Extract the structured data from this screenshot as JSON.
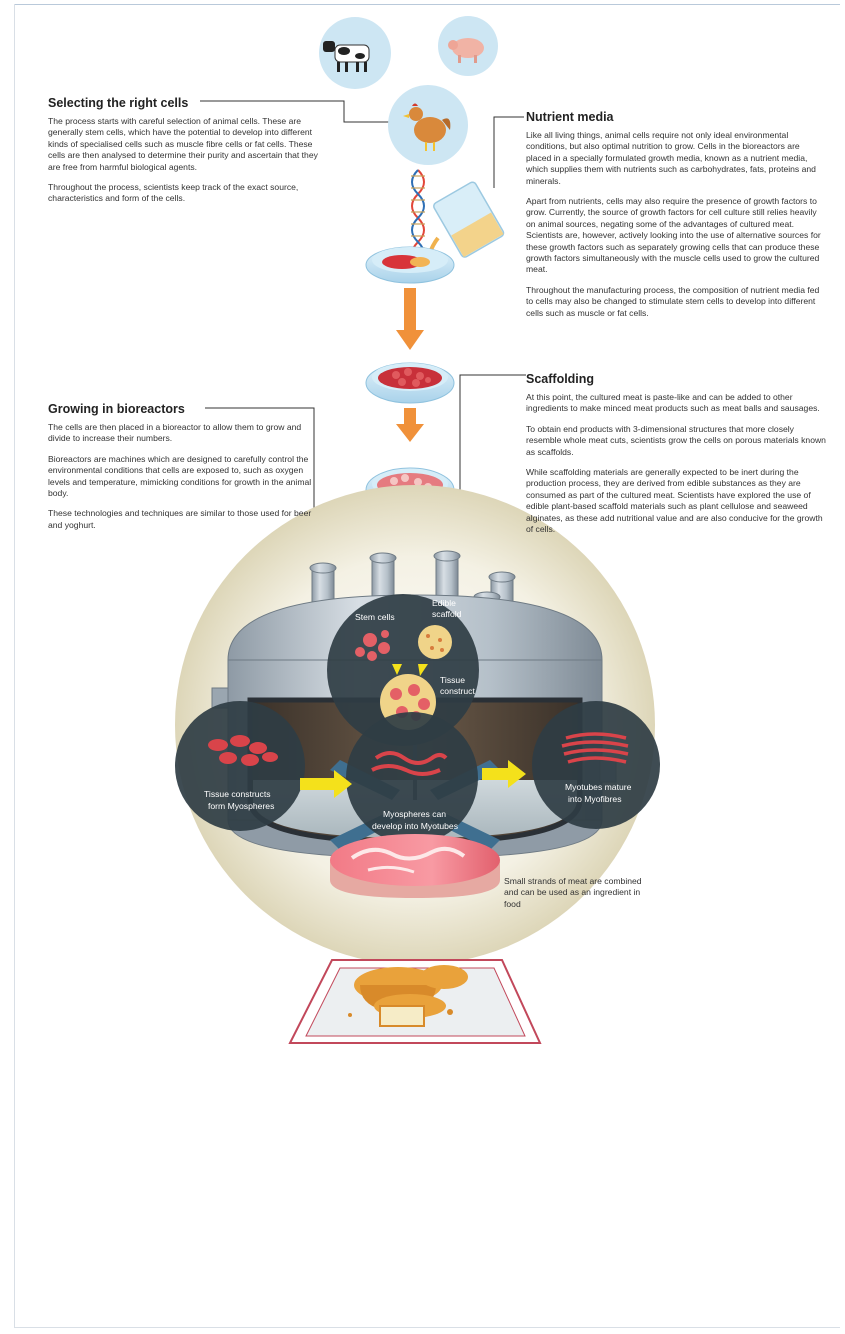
{
  "sections": {
    "selecting": {
      "title": "Selecting the right cells",
      "paragraphs": [
        "The process starts with careful selection of animal cells. These are generally stem cells, which have the potential to develop into different kinds of specialised cells such as muscle fibre cells or fat cells. These cells are then analysed to determine their purity and ascertain that they are free from harmful biological agents.",
        "Throughout the process, scientists keep track of the exact source, characteristics and form of the cells."
      ]
    },
    "nutrient": {
      "title": "Nutrient media",
      "paragraphs": [
        "Like all living things, animal cells require not only ideal environmental conditions, but also optimal nutrition to grow. Cells in the bioreactors are placed in a specially formulated growth media, known as a nutrient media, which supplies them with nutrients such as carbohydrates, fats, proteins and minerals.",
        "Apart from nutrients, cells may also require the presence of growth factors to grow. Currently, the source of growth factors for cell culture still relies heavily on animal sources, negating some of the advantages of cultured meat. Scientists are, however, actively looking into the use of alternative sources for these growth factors such as separately growing cells that can produce these growth factors simultaneously with the muscle cells used to grow the cultured meat.",
        "Throughout the manufacturing process, the composition of nutrient media fed to cells may also be changed to stimulate stem cells to develop into different cells such as muscle or fat cells."
      ]
    },
    "scaffolding": {
      "title": "Scaffolding",
      "paragraphs": [
        "At this point, the cultured meat is paste-like and can be added to other ingredients to make minced meat products such as meat balls and sausages.",
        "To obtain end products with 3-dimensional structures that more closely resemble whole meat cuts, scientists grow the cells on porous materials known as scaffolds.",
        "While scaffolding materials are generally expected to be inert during the production process, they are derived from edible substances as they are consumed as part of the cultured meat. Scientists have explored the use of edible plant-based scaffold materials such as plant cellulose and seaweed alginates, as these add nutritional value and are also conducive for the growth of cells."
      ]
    },
    "bioreactor": {
      "title": "Growing in bioreactors",
      "paragraphs": [
        "The cells are then placed in a bioreactor to allow them to grow and divide to increase their numbers.",
        "Bioreactors are machines which are designed to carefully control the environmental conditions that cells are exposed to, such as oxygen levels and temperature, mimicking conditions for growth in the animal body.",
        "These technologies and techniques are similar to those used for beer and yoghurt."
      ]
    },
    "strands": {
      "text": "Small strands of meat are combined and can be used as an ingredient in food"
    }
  },
  "diagram_labels": {
    "stem_cells": "Stem cells",
    "edible_scaffold_1": "Edible",
    "edible_scaffold_2": "scaffold",
    "tissue_construct_1": "Tissue",
    "tissue_construct_2": "construct",
    "myospheres_1": "Tissue constructs",
    "myospheres_2": "form Myospheres",
    "myotubes_1": "Myospheres can",
    "myotubes_2": "develop into Myotubes",
    "myofibres_1": "Myotubes mature",
    "myofibres_2": "into Myofibres"
  },
  "icons": [
    "cow-icon",
    "pig-icon",
    "chicken-icon",
    "dna-icon",
    "beaker-icon",
    "petri-dish-icon",
    "bioreactor-icon",
    "meat-slab-icon",
    "nugget-plate-icon"
  ],
  "colors": {
    "arrow": "#f0913a",
    "bubble": "#c9e4f2",
    "bioreactor_metal": "#a8b4bf",
    "dark_circle": "#2f3d44",
    "yellow_arrow": "#f4e11b",
    "meat": "#e8656f"
  }
}
